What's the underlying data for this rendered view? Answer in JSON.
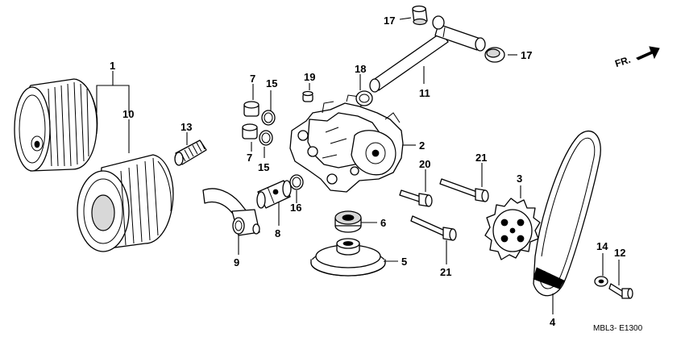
{
  "diagram": {
    "type": "exploded-parts-diagram",
    "direction_label": "FR.",
    "figure_code": "MBL3- E1300",
    "callouts": {
      "c1": "1",
      "c10": "10",
      "c13": "13",
      "c7a": "7",
      "c15a": "15",
      "c7b": "7",
      "c15b": "15",
      "c19": "19",
      "c18": "18",
      "c17a": "17",
      "c17b": "17",
      "c11": "11",
      "c2": "2",
      "c20": "20",
      "c21a": "21",
      "c3": "3",
      "c16": "16",
      "c8": "8",
      "c9": "9",
      "c6": "6",
      "c5": "5",
      "c21b": "21",
      "c14": "14",
      "c12": "12",
      "c4": "4"
    }
  }
}
